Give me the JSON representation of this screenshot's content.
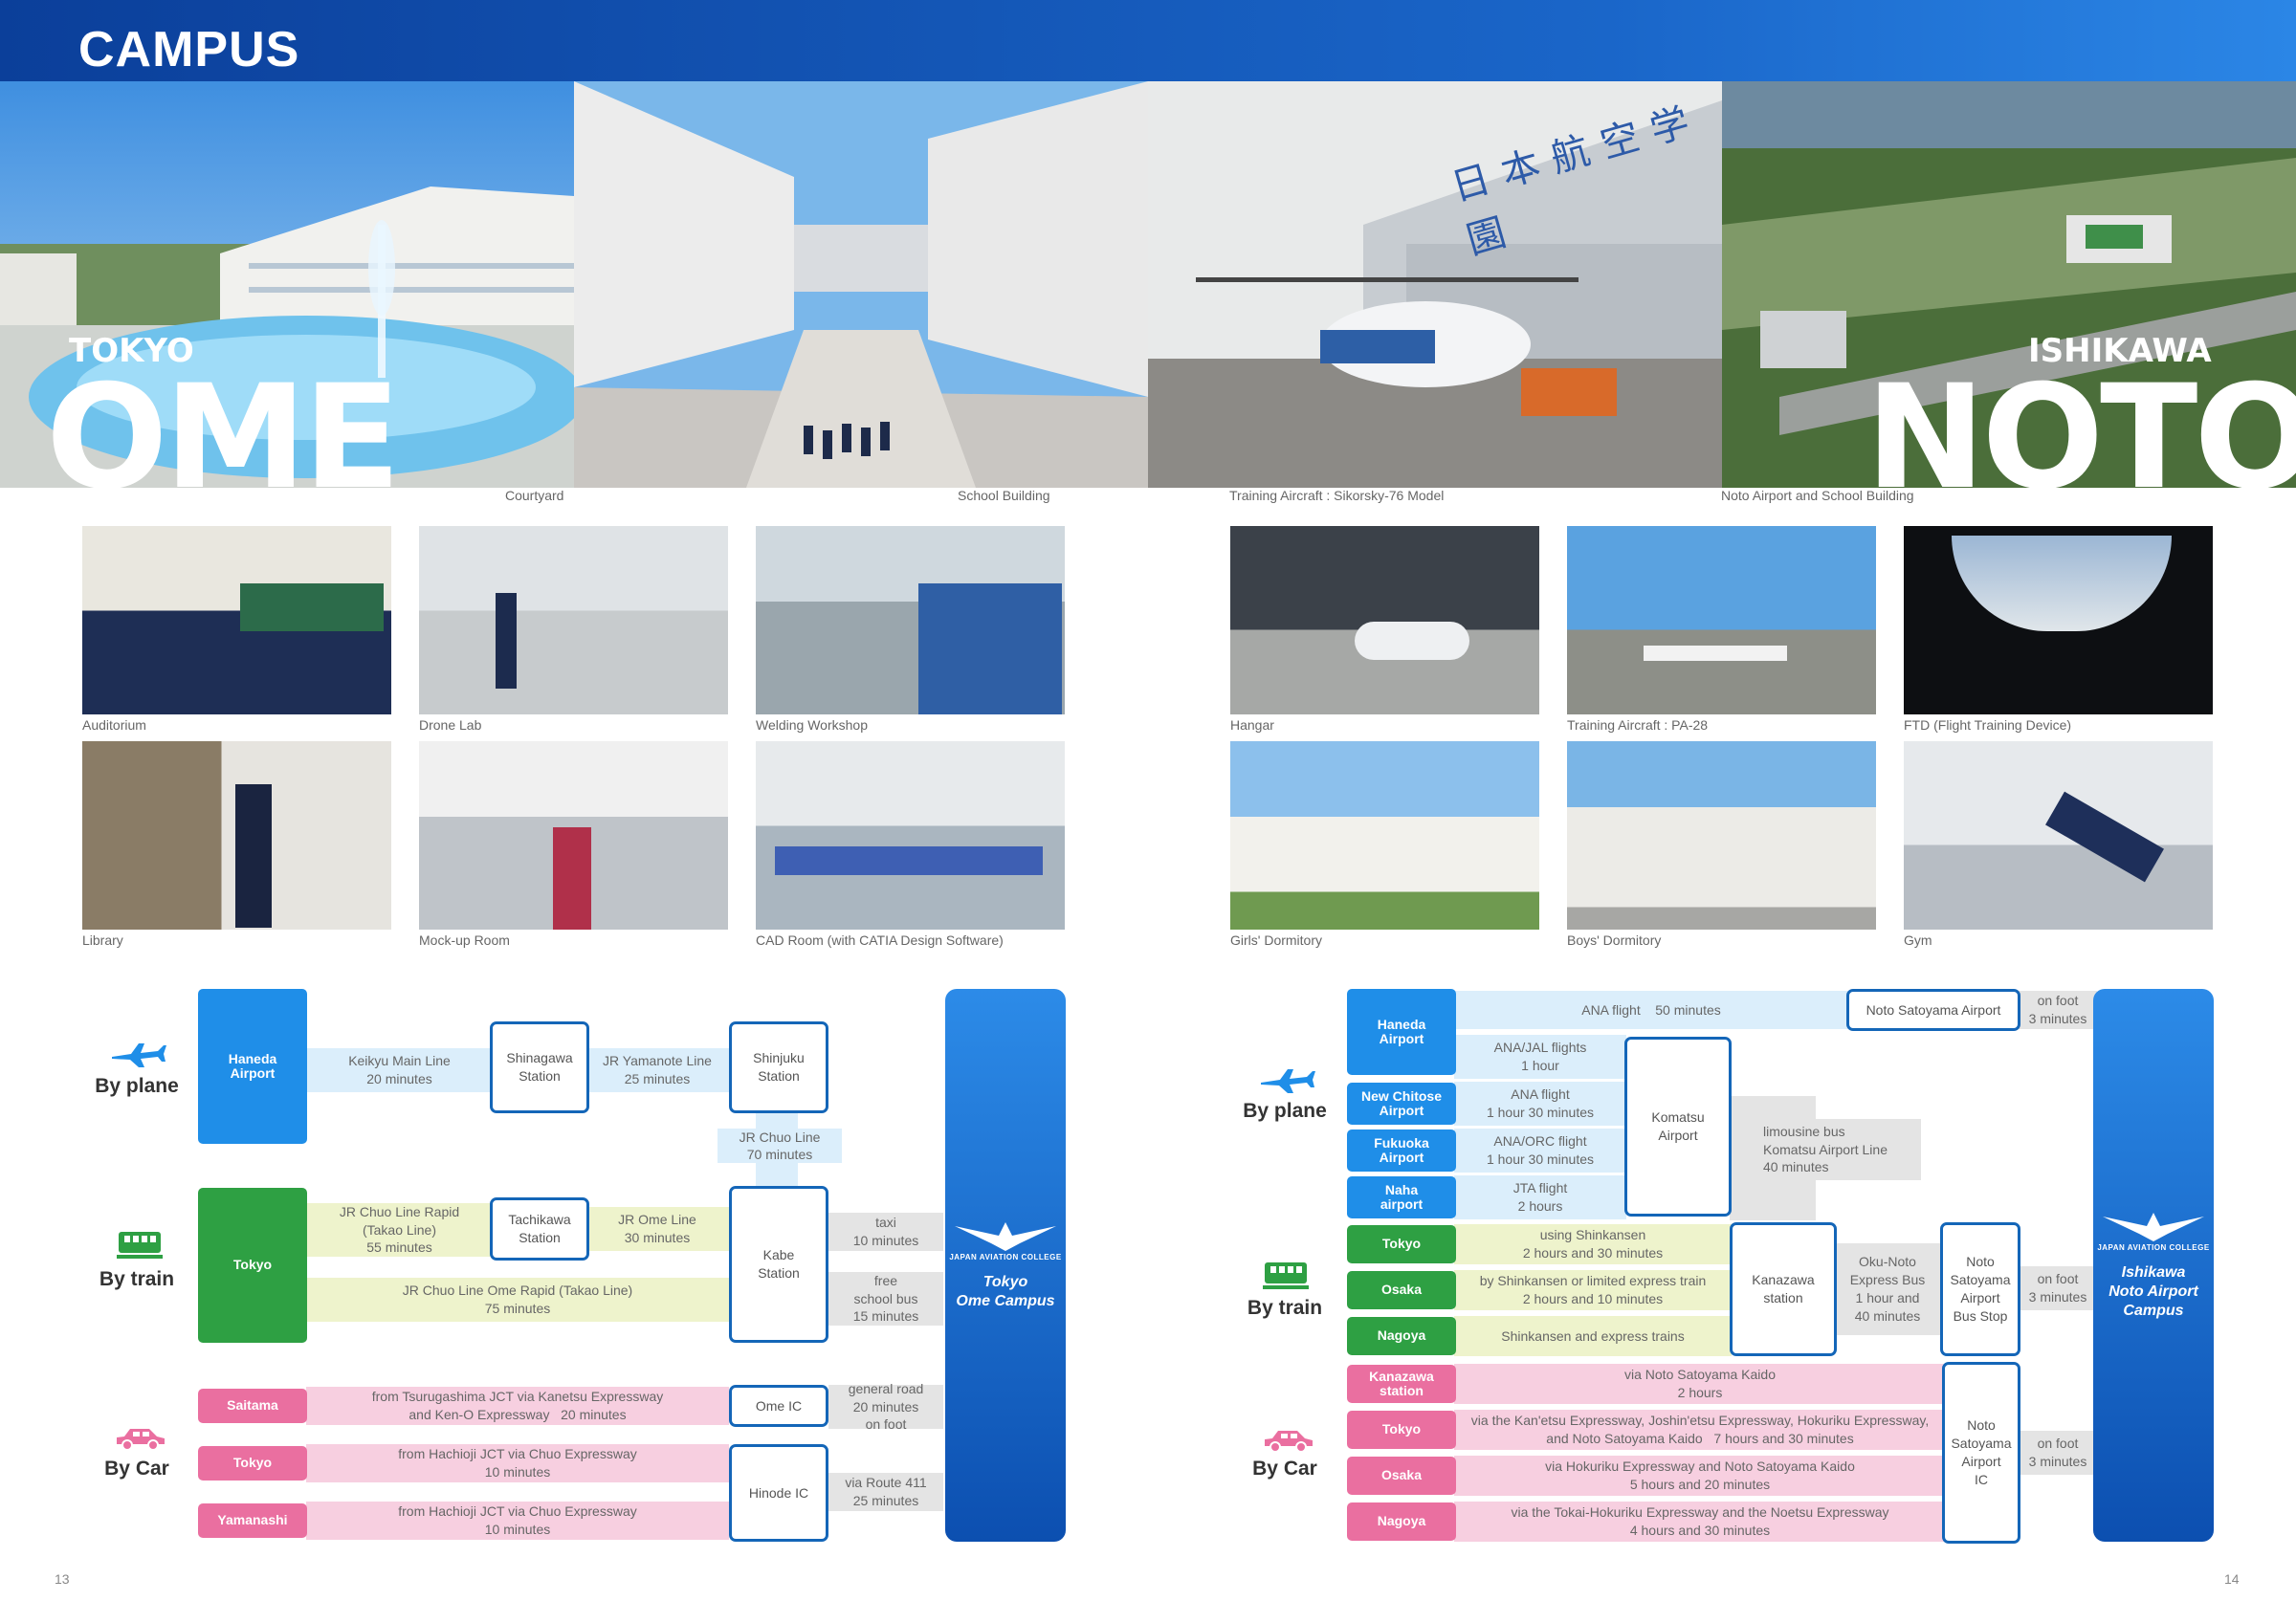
{
  "header": {
    "title": "CAMPUS"
  },
  "hero": {
    "tokyo": {
      "small": "TOKYO",
      "big": "OME"
    },
    "ishikawa": {
      "small": "ISHIKAWA",
      "big": "NOTO"
    },
    "building_sign": "日本航空学園",
    "captions": [
      "Courtyard",
      "School Building",
      "Training Aircraft : Sikorsky-76 Model",
      "Noto Airport and School Building"
    ]
  },
  "ome_photos": [
    "Auditorium",
    "Drone Lab",
    "Welding Workshop",
    "Library",
    "Mock-up Room",
    "CAD Room (with CATIA Design Software)"
  ],
  "noto_photos": [
    "Hangar",
    "Training Aircraft : PA-28",
    "FTD (Flight Training Device)",
    "Girls' Dormitory",
    "Boys' Dormitory",
    "Gym"
  ],
  "access_left": {
    "modes": {
      "plane": "By plane",
      "train": "By train",
      "car": "By Car"
    },
    "haneda": "Haneda\nAirport",
    "keikyu": "Keikyu Main Line\n20 minutes",
    "shinagawa": "Shinagawa\nStation",
    "yamanote": "JR Yamanote Line\n25 minutes",
    "shinjuku": "Shinjuku\nStation",
    "chuo": "JR Chuo Line\n70 minutes",
    "tokyo": "Tokyo",
    "chuo_rapid": "JR Chuo Line Rapid\n(Takao Line)\n55 minutes",
    "tachikawa": "Tachikawa\nStation",
    "ome_line": "JR Ome Line\n30 minutes",
    "kabe": "Kabe\nStation",
    "chuo_ome_rapid": "JR Chuo Line Ome Rapid (Takao Line)\n75 minutes",
    "taxi": "taxi\n10 minutes",
    "bus": "free\nschool bus\n15 minutes",
    "saitama": "Saitama",
    "saitama_route": "from Tsurugashima JCT via Kanetsu Expressway\nand Ken-O Expressway   20 minutes",
    "ome_ic": "Ome IC",
    "general_road": "general road\n20 minutes\non foot",
    "car_tokyo": "Tokyo",
    "tokyo_route": "from Hachioji JCT via Chuo Expressway\n10 minutes",
    "hinode": "Hinode IC",
    "route411": "via Route 411\n25 minutes",
    "yamanashi": "Yamanashi",
    "yamanashi_route": "from Hachioji JCT via Chuo Expressway\n10 minutes",
    "logo_text": "JAPAN AVIATION COLLEGE",
    "dest": "Tokyo\nOme Campus"
  },
  "access_right": {
    "modes": {
      "plane": "By plane",
      "train": "By train",
      "car": "By Car"
    },
    "haneda": "Haneda\nAirport",
    "ana": "ANA flight    50 minutes",
    "noto_airport": "Noto Satoyama Airport",
    "onfoot1": "on foot\n3 minutes",
    "ana_jal": "ANA/JAL flights\n1 hour",
    "chitose": "New Chitose\nAirport",
    "chitose_f": "ANA flight\n1 hour 30 minutes",
    "fukuoka": "Fukuoka\nAirport",
    "fukuoka_f": "ANA/ORC flight\n1 hour 30 minutes",
    "naha": "Naha\nairport",
    "naha_f": "JTA flight\n2 hours",
    "komatsu": "Komatsu\nAirport",
    "limousine": "limousine bus\nKomatsu Airport Line\n40 minutes",
    "tokyo": "Tokyo",
    "tokyo_t": "using Shinkansen\n2 hours and 30 minutes",
    "osaka": "Osaka",
    "osaka_t": "by Shinkansen or limited express train\n2 hours and 10 minutes",
    "nagoya": "Nagoya",
    "nagoya_t": "Shinkansen and express trains",
    "kanazawa": "Kanazawa\nstation",
    "okunoto": "Oku-Noto\nExpress Bus\n1 hour and\n40 minutes",
    "busstop": "Noto\nSatoyama\nAirport\nBus Stop",
    "onfoot2": "on foot\n3 minutes",
    "c_kanazawa": "Kanazawa\nstation",
    "c_kanazawa_r": "via Noto Satoyama Kaido\n2 hours",
    "c_tokyo": "Tokyo",
    "c_tokyo_r": "via the Kan'etsu Expressway, Joshin'etsu Expressway, Hokuriku Expressway,\nand Noto Satoyama Kaido   7 hours and 30 minutes",
    "c_osaka": "Osaka",
    "c_osaka_r": "via Hokuriku Expressway and Noto Satoyama Kaido\n5 hours and 20 minutes",
    "c_nagoya": "Nagoya",
    "c_nagoya_r": "via the Tokai-Hokuriku Expressway and the Noetsu Expressway\n4 hours and 30 minutes",
    "noto_ic": "Noto\nSatoyama\nAirport\nIC",
    "onfoot3": "on foot\n3 minutes",
    "logo_text": "JAPAN AVIATION COLLEGE",
    "dest": "Ishikawa\nNoto Airport\nCampus"
  },
  "pages": {
    "left": "13",
    "right": "14"
  }
}
